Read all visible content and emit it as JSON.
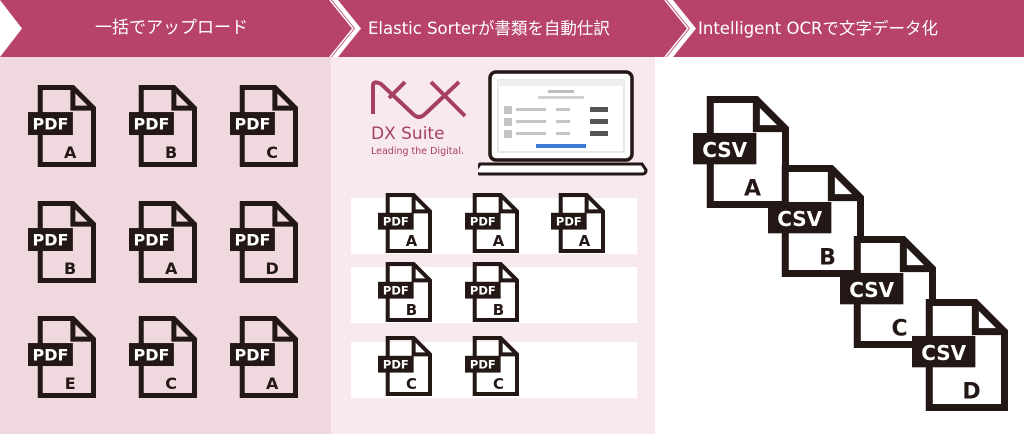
{
  "banner": {
    "steps": [
      {
        "label": "一括でアップロード"
      },
      {
        "label": "Elastic Sorterが書類を自動仕訳"
      },
      {
        "label": "Intelligent OCRで文字データ化"
      }
    ],
    "color": "#b8436a"
  },
  "colors": {
    "left_panel_bg": "#efd9df",
    "middle_panel_bg": "#f8e9ee",
    "brand": "#a6405f",
    "icon": "#231815"
  },
  "uploaded_docs": [
    {
      "type": "PDF",
      "letter": "A"
    },
    {
      "type": "PDF",
      "letter": "B"
    },
    {
      "type": "PDF",
      "letter": "C"
    },
    {
      "type": "PDF",
      "letter": "B"
    },
    {
      "type": "PDF",
      "letter": "A"
    },
    {
      "type": "PDF",
      "letter": "D"
    },
    {
      "type": "PDF",
      "letter": "E"
    },
    {
      "type": "PDF",
      "letter": "C"
    },
    {
      "type": "PDF",
      "letter": "A"
    }
  ],
  "product": {
    "name": "DX Suite",
    "tagline": "Leading the Digital."
  },
  "sorted_groups": [
    {
      "letter": "A",
      "docs": [
        {
          "type": "PDF",
          "letter": "A"
        },
        {
          "type": "PDF",
          "letter": "A"
        },
        {
          "type": "PDF",
          "letter": "A"
        }
      ]
    },
    {
      "letter": "B",
      "docs": [
        {
          "type": "PDF",
          "letter": "B"
        },
        {
          "type": "PDF",
          "letter": "B"
        }
      ]
    },
    {
      "letter": "C",
      "docs": [
        {
          "type": "PDF",
          "letter": "C"
        },
        {
          "type": "PDF",
          "letter": "C"
        }
      ]
    }
  ],
  "csv_outputs": [
    {
      "type": "CSV",
      "letter": "A"
    },
    {
      "type": "CSV",
      "letter": "B"
    },
    {
      "type": "CSV",
      "letter": "C"
    },
    {
      "type": "CSV",
      "letter": "D"
    }
  ]
}
